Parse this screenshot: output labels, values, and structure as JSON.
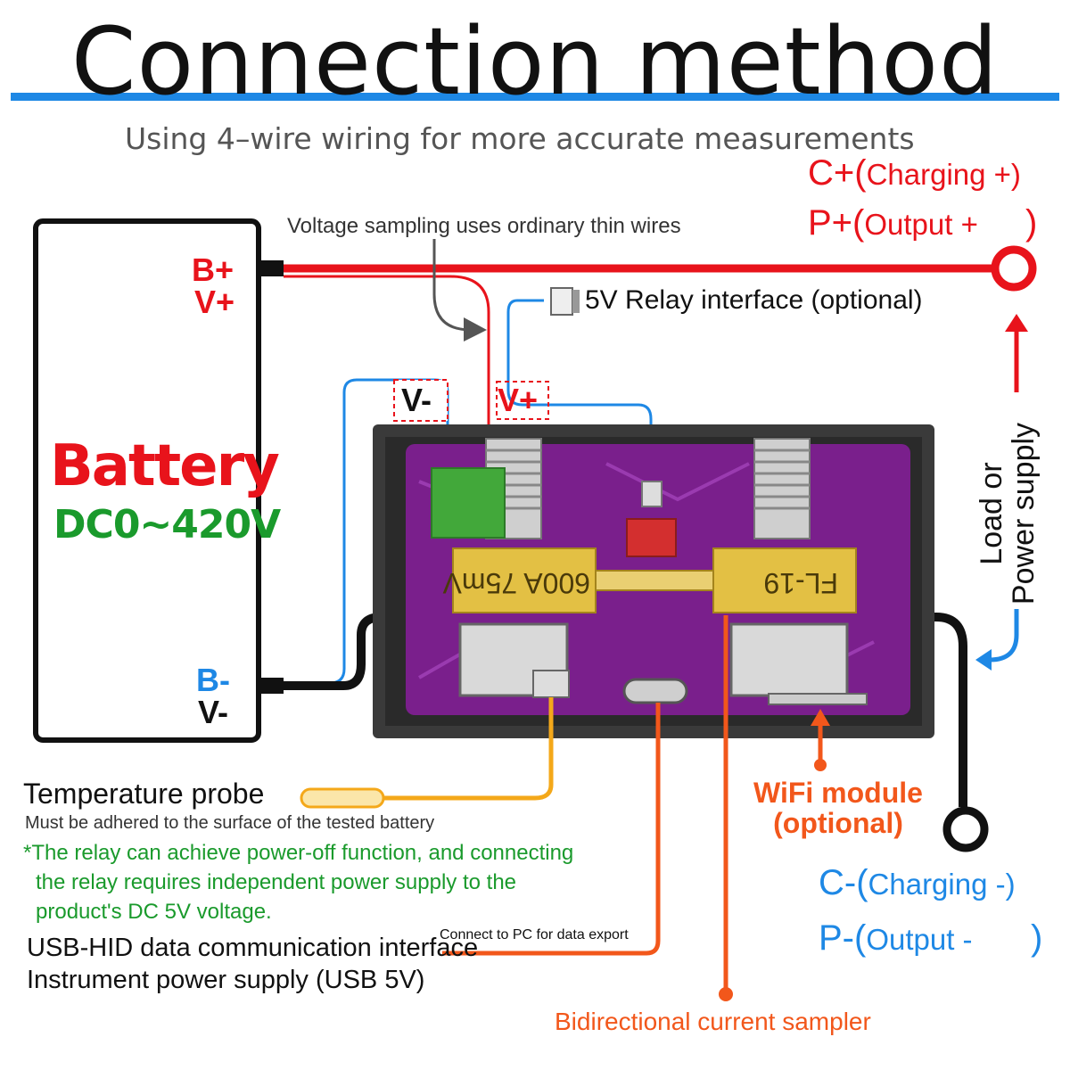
{
  "title": "Connection method",
  "subtitle": "Using 4–wire wiring for more accurate measurements",
  "battery": {
    "name": "Battery",
    "range": "DC0~420V",
    "pos_terminal_1": "B+",
    "pos_terminal_2": "V+",
    "neg_terminal_1": "B-",
    "neg_terminal_2": "V-"
  },
  "voltage_sampling_note": "Voltage sampling uses ordinary thin wires",
  "relay_label": "5V Relay interface (optional)",
  "board_labels": {
    "v_minus": "V-",
    "v_plus": "V+",
    "shunt_left": "600A 75mV",
    "shunt_right": "FL-19"
  },
  "positive_terminal": {
    "line1": "C+(",
    "line1_detail": "Charging +)",
    "line2": "P+(",
    "line2_detail": "Output +",
    "line2_close": ")"
  },
  "load_label": {
    "line1": "Load or",
    "line2": "Power supply"
  },
  "negative_terminal": {
    "line1": "C-(",
    "line1_detail": "Charging -)",
    "line2": "P-(",
    "line2_detail": "Output -",
    "line2_close": ")"
  },
  "temperature_probe": {
    "label": "Temperature probe",
    "note": "Must be adhered to the surface of the tested battery"
  },
  "relay_note": {
    "line1": "*The relay can achieve power-off function, and connecting",
    "line2": "the relay requires independent power supply to the",
    "line3": "product's DC 5V voltage."
  },
  "usb": {
    "line1": "USB-HID data communication interface",
    "line2": "Instrument power supply (USB 5V)",
    "pc_note": "Connect to PC for data export"
  },
  "wifi": {
    "line1": "WiFi module",
    "line2": "(optional)"
  },
  "current_sampler": "Bidirectional current sampler",
  "colors": {
    "red": "#e8131b",
    "blue": "#1e88e5",
    "black": "#111111",
    "orange": "#f2571b",
    "yellow": "#f4a81a",
    "green": "#1a9a2c",
    "pcb": "#7a1f8c",
    "shunt_gold": "#e3c044"
  }
}
